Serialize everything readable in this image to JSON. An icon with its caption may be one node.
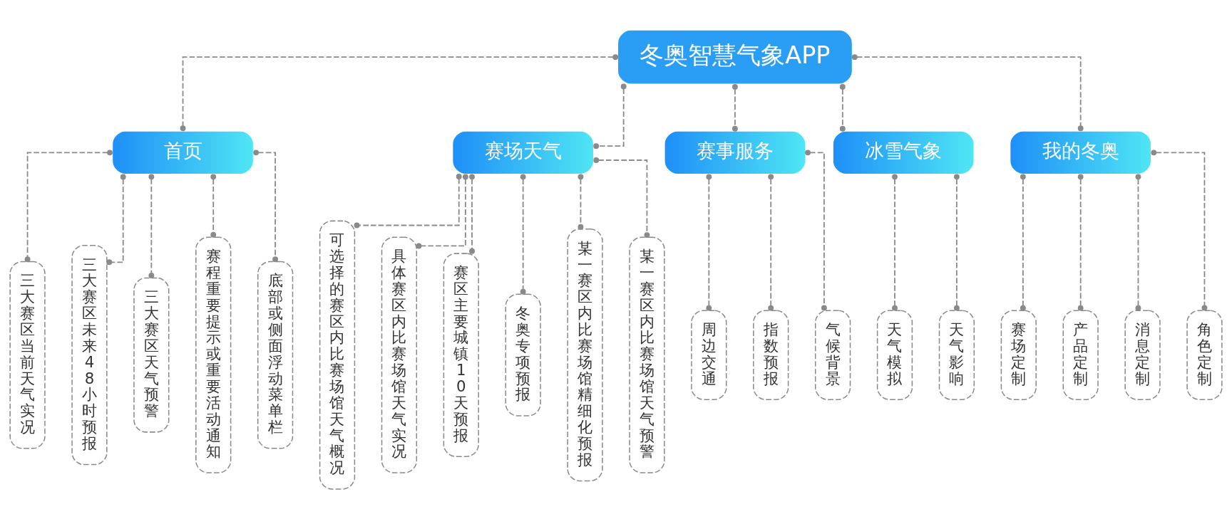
{
  "diagram": {
    "nodes": [
      {
        "text": [
          "冬奥智慧气象APP"
        ]
      },
      {
        "text": [
          "首页"
        ]
      },
      {
        "text": [
          "赛场天气"
        ]
      },
      {
        "text": [
          "赛事服务"
        ]
      },
      {
        "text": [
          "冰雪气象"
        ]
      },
      {
        "text": [
          "我的冬奥"
        ]
      },
      {
        "text": [
          "三大赛区当前天气实况"
        ]
      },
      {
        "text": [
          "三大赛区未来48小时预报"
        ]
      },
      {
        "text": [
          "三大赛区天气预警"
        ]
      },
      {
        "text": [
          "赛程重要提示或重要活动通知"
        ]
      },
      {
        "text": [
          "底部或侧面浮动菜单栏"
        ]
      },
      {
        "text": [
          "可选择的赛区内比赛场馆天气概况"
        ]
      },
      {
        "text": [
          "具体赛区内比赛场馆天气实况"
        ]
      },
      {
        "text": [
          "赛区主要城镇10天预报"
        ]
      },
      {
        "text": [
          "冬奥专项预报"
        ]
      },
      {
        "text": [
          "某一赛区内比赛场馆精细化预报"
        ]
      },
      {
        "text": [
          "某一赛区内比赛场馆天气预警"
        ]
      },
      {
        "text": [
          "周边交通"
        ]
      },
      {
        "text": [
          "指数预报"
        ]
      },
      {
        "text": [
          "气候背景"
        ]
      },
      {
        "text": [
          "天气模拟"
        ]
      },
      {
        "text": [
          "天气影响"
        ]
      },
      {
        "text": [
          "赛场定制"
        ]
      },
      {
        "text": [
          "产品定制"
        ]
      },
      {
        "text": [
          "消息定制"
        ]
      },
      {
        "text": [
          "角色定制"
        ]
      }
    ],
    "edges": [
      {
        "from": 0,
        "to": 1,
        "arrow": "other",
        "style": "dashed"
      },
      {
        "from": 0,
        "to": 2,
        "arrow": "other",
        "style": "dashed"
      },
      {
        "from": 0,
        "to": 3,
        "arrow": "other",
        "style": "dashed"
      },
      {
        "from": 0,
        "to": 4,
        "arrow": "other",
        "style": "dashed"
      },
      {
        "from": 0,
        "to": 5,
        "arrow": "other",
        "style": "dashed"
      },
      {
        "from": 1,
        "to": 6,
        "arrow": "other",
        "style": "dashed"
      },
      {
        "from": 1,
        "to": 7,
        "arrow": "other",
        "style": "dashed"
      },
      {
        "from": 1,
        "to": 8,
        "arrow": "other",
        "style": "dashed"
      },
      {
        "from": 1,
        "to": 9,
        "arrow": "other",
        "style": "dashed"
      },
      {
        "from": 1,
        "to": 10,
        "arrow": "other",
        "style": "dashed"
      },
      {
        "from": 2,
        "to": 11,
        "arrow": "other",
        "style": "dashed"
      },
      {
        "from": 2,
        "to": 12,
        "arrow": "other",
        "style": "dashed"
      },
      {
        "from": 2,
        "to": 13,
        "arrow": "other",
        "style": "dashed"
      },
      {
        "from": 2,
        "to": 14,
        "arrow": "other",
        "style": "dashed"
      },
      {
        "from": 2,
        "to": 15,
        "arrow": "other",
        "style": "dashed"
      },
      {
        "from": 2,
        "to": 16,
        "arrow": "other",
        "style": "dashed"
      },
      {
        "from": 3,
        "to": 17,
        "arrow": "other",
        "style": "dashed"
      },
      {
        "from": 3,
        "to": 18,
        "arrow": "other",
        "style": "dashed"
      },
      {
        "from": 3,
        "to": 19,
        "arrow": "other",
        "style": "dashed"
      },
      {
        "from": 4,
        "to": 20,
        "arrow": "other",
        "style": "dashed"
      },
      {
        "from": 4,
        "to": 21,
        "arrow": "other",
        "style": "dashed"
      },
      {
        "from": 5,
        "to": 22,
        "arrow": "other",
        "style": "dashed"
      },
      {
        "from": 5,
        "to": 23,
        "arrow": "other",
        "style": "dashed"
      },
      {
        "from": 5,
        "to": 24,
        "arrow": "other",
        "style": "dashed"
      },
      {
        "from": 5,
        "to": 25,
        "arrow": "other",
        "style": "dashed"
      }
    ]
  }
}
